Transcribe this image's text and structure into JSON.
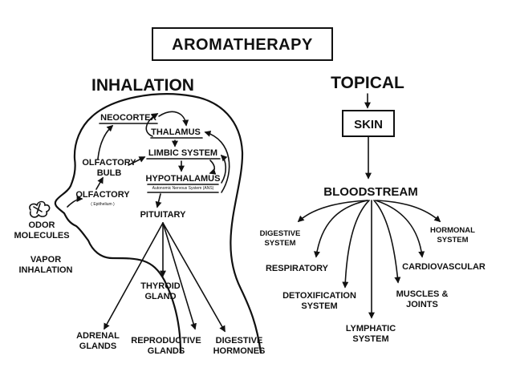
{
  "title": "AROMATHERAPY",
  "inhalation": {
    "heading": "INHALATION",
    "neocortex": "NEOCORTEX",
    "thalamus": "THALAMUS",
    "limbic_system": "LIMBIC SYSTEM",
    "hypothalamus": "HYPOTHALAMUS",
    "ans": "Autonomic Nervous System (ANS)",
    "olfactory_bulb_1": "OLFACTORY",
    "olfactory_bulb_2": "BULB",
    "olfactory": "OLFACTORY",
    "epithelium": "( Epithelium )",
    "pituitary": "PITUITARY",
    "odor_1": "ODOR",
    "odor_2": "MOLECULES",
    "vapor_1": "VAPOR",
    "vapor_2": "INHALATION",
    "thyroid_1": "THYROID",
    "thyroid_2": "GLAND",
    "adrenal_1": "ADRENAL",
    "adrenal_2": "GLANDS",
    "reproductive_1": "REPRODUCTIVE",
    "reproductive_2": "GLANDS",
    "digestive_h_1": "DIGESTIVE",
    "digestive_h_2": "HORMONES"
  },
  "topical": {
    "heading": "TOPICAL",
    "skin": "SKIN",
    "bloodstream": "BLOODSTREAM",
    "digestive_1": "DIGESTIVE",
    "digestive_2": "SYSTEM",
    "respiratory": "RESPIRATORY",
    "detox_1": "DETOXIFICATION",
    "detox_2": "SYSTEM",
    "lymphatic_1": "LYMPHATIC",
    "lymphatic_2": "SYSTEM",
    "muscles_1": "MUSCLES &",
    "muscles_2": "JOINTS",
    "cardio": "CARDIOVASCULAR",
    "hormonal_1": "HORMONAL",
    "hormonal_2": "SYSTEM"
  }
}
